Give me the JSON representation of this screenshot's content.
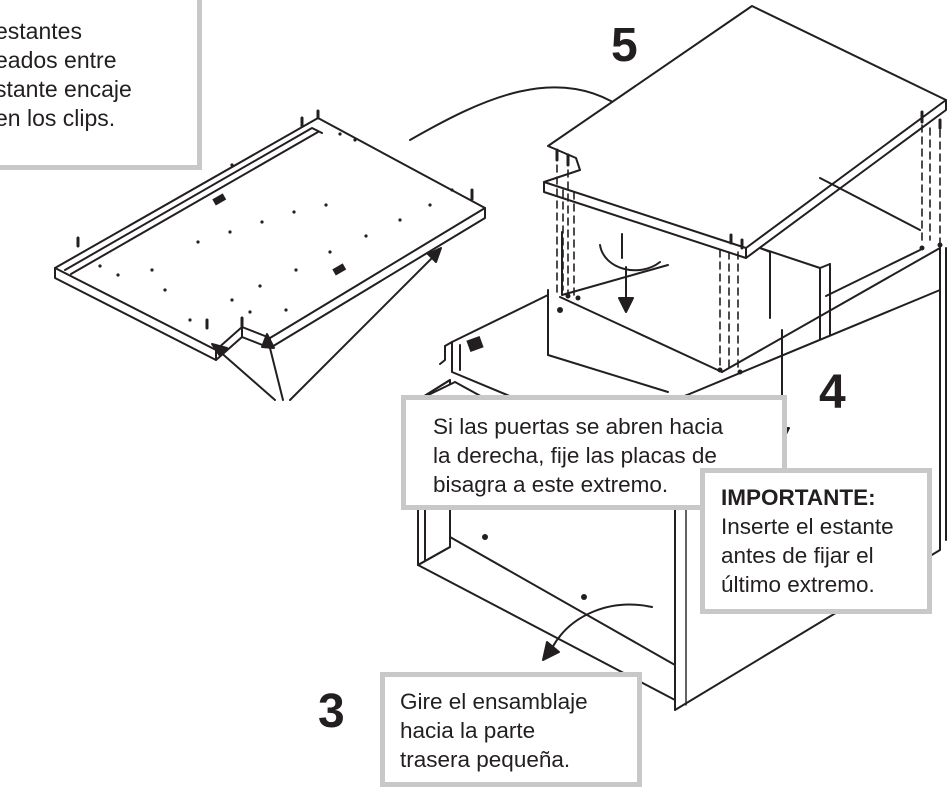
{
  "steps": {
    "step_3": "3",
    "step_4": "4",
    "step_5": "5"
  },
  "callout_top": {
    "lines": [
      "estantes",
      "eados entre",
      "stante encaje",
      "en los clips."
    ]
  },
  "callout_hinge": {
    "lines": [
      "Si las puertas se abren hacia",
      "la derecha, fije las placas de",
      "bisagra a este extremo."
    ]
  },
  "callout_important": {
    "heading": "IMPORTANTE:",
    "lines": [
      "Inserte el estante",
      "antes de fijar el",
      "último extremo."
    ]
  },
  "callout_rotate": {
    "lines": [
      "Gire el ensamblaje",
      "hacia la parte",
      "trasera pequeña."
    ]
  },
  "colors": {
    "ink": "#231f20",
    "callout_border": "#c8c8c8",
    "background": "#ffffff"
  }
}
